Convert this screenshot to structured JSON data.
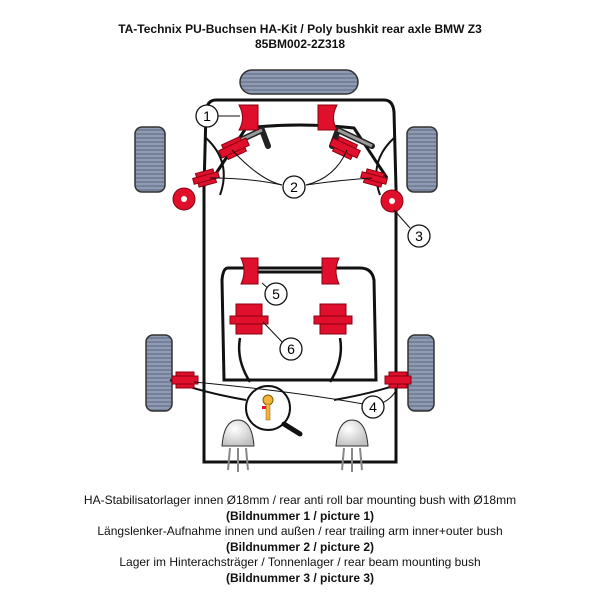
{
  "header": {
    "title": "TA-Technix PU-Buchsen HA-Kit / Poly bushkit rear axle BMW Z3",
    "part_number": "85BM002-2Z318"
  },
  "callouts": [
    "1",
    "2",
    "3",
    "4",
    "5",
    "6"
  ],
  "colors": {
    "bushing": "#e0102c",
    "frame": "#111111",
    "tire": "#8e9bb2",
    "gray": "#bdbdbd"
  },
  "captions": [
    {
      "text": "HA-Stabilisatorlager innen Ø18mm / rear anti roll bar mounting bush with Ø18mm",
      "bold": false
    },
    {
      "text": "(Bildnummer 1 / picture 1)",
      "bold": true
    },
    {
      "text": "Längslenker-Aufnahme innen und außen / rear trailing arm inner+outer bush",
      "bold": false
    },
    {
      "text": "(Bildnummer 2 / picture 2)",
      "bold": true
    },
    {
      "text": "Lager im Hinterachsträger / Tonnenlager / rear beam mounting bush",
      "bold": false
    },
    {
      "text": "(Bildnummer 3 / picture 3)",
      "bold": true
    }
  ]
}
